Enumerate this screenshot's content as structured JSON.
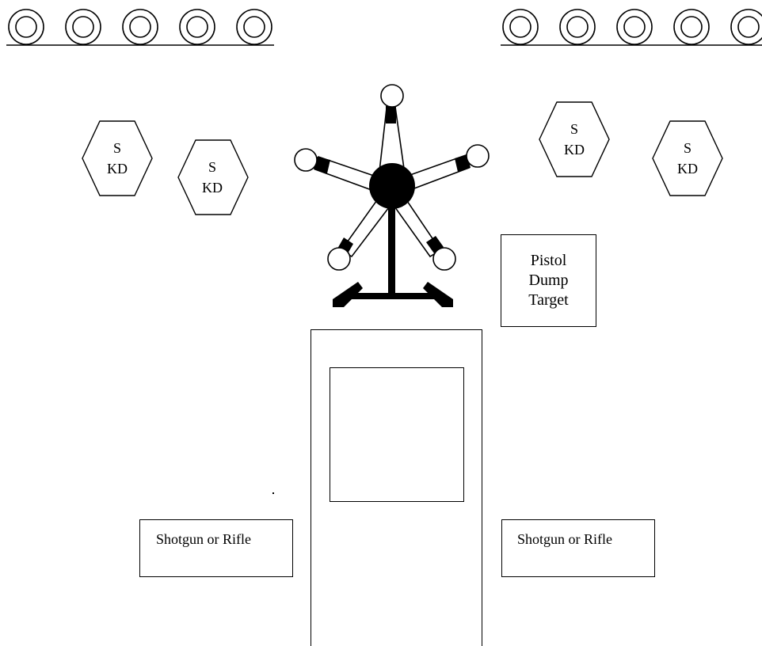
{
  "steel_targets": {
    "left_count": 5,
    "right_count": 5
  },
  "swinger_targets": [
    {
      "line1": "S",
      "line2": "KD"
    },
    {
      "line1": "S",
      "line2": "KD"
    },
    {
      "line1": "S",
      "line2": "KD"
    },
    {
      "line1": "S",
      "line2": "KD"
    }
  ],
  "pistol_dump": {
    "label": "Pistol\nDump\nTarget"
  },
  "shotgun_left": {
    "label": "Shotgun or Rifle"
  },
  "shotgun_right": {
    "label": "Shotgun or Rifle"
  },
  "colors": {
    "ink": "#000000",
    "background": "#ffffff"
  }
}
